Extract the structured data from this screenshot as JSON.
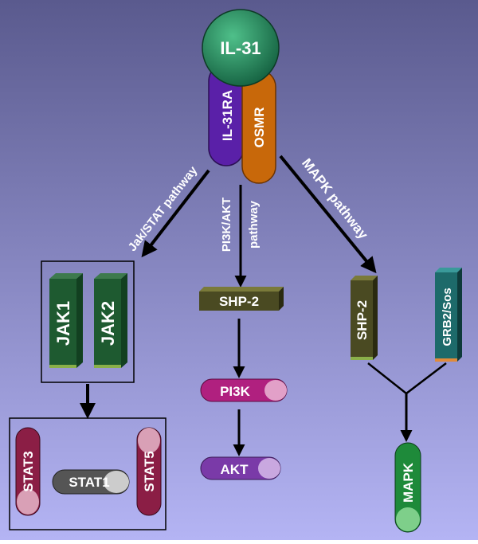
{
  "ligand": {
    "label": "IL-31",
    "color": "#1f7a4f"
  },
  "receptors": [
    {
      "label": "IL-31RA",
      "color": "#5a20a8"
    },
    {
      "label": "OSMR",
      "color": "#c8680a"
    }
  ],
  "pathways": {
    "jak_stat": {
      "label": "Jak/STAT pathway"
    },
    "pi3k_akt": {
      "label_line1": "PI3K/AKT",
      "label_line2": "pathway"
    },
    "mapk": {
      "label": "MAPK pathway"
    }
  },
  "jak_box": {
    "items": [
      "JAK1",
      "JAK2"
    ],
    "color": "#1e5a30"
  },
  "stat_box": {
    "items": [
      "STAT3",
      "STAT1",
      "STAT5"
    ],
    "colors": {
      "STAT3": "#8b1e45",
      "STAT1": "#555555",
      "STAT5": "#8b1e45"
    }
  },
  "pi3k_chain": {
    "shp2": {
      "label": "SHP-2",
      "color": "#4a4a22"
    },
    "pi3k": {
      "label": "PI3K",
      "color": "#b0207f"
    },
    "akt": {
      "label": "AKT",
      "color": "#7a3aa8"
    }
  },
  "mapk_chain": {
    "shp2": {
      "label": "SHP-2",
      "color": "#4a4a22"
    },
    "grb2": {
      "label": "GRB2/Sos",
      "color": "#1d6a6a"
    },
    "mapk": {
      "label": "MAPK",
      "color": "#1e8a3a"
    }
  }
}
